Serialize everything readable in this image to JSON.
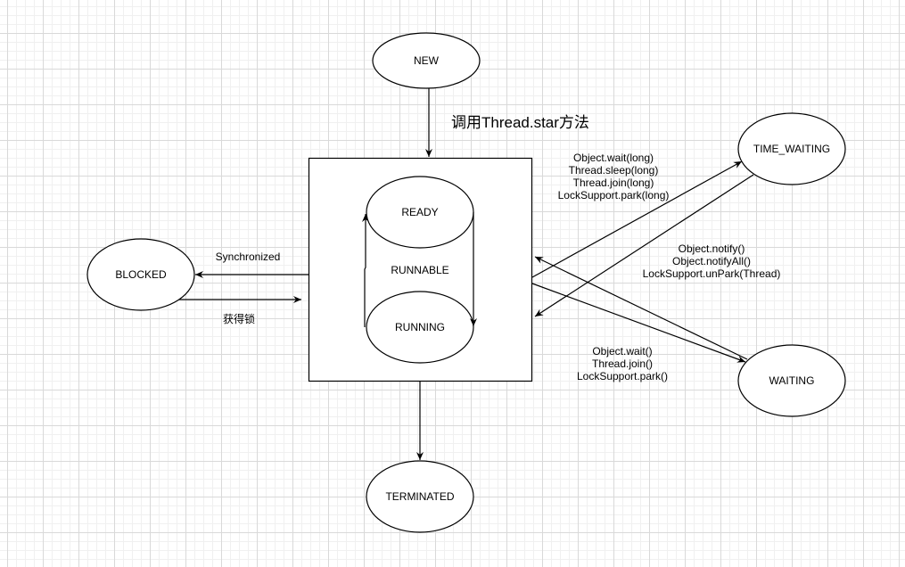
{
  "nodes": {
    "new": "NEW",
    "runnable": "RUNNABLE",
    "ready": "READY",
    "running": "RUNNING",
    "blocked": "BLOCKED",
    "time_waiting": "TIME_WAITING",
    "waiting": "WAITING",
    "terminated": "TERMINATED"
  },
  "labels": {
    "start": "调用Thread.star方法",
    "synchronized": "Synchronized",
    "acquire_lock": "获得锁",
    "timed_wait": [
      "Object.wait(long)",
      "Thread.sleep(long)",
      "Thread.join(long)",
      "LockSupport.park(long)"
    ],
    "notify": [
      "Object.notify()",
      "Object.notifyAll()",
      "LockSupport.unPark(Thread)"
    ],
    "wait": [
      "Object.wait()",
      "Thread.join()",
      "LockSupport.park()"
    ]
  }
}
